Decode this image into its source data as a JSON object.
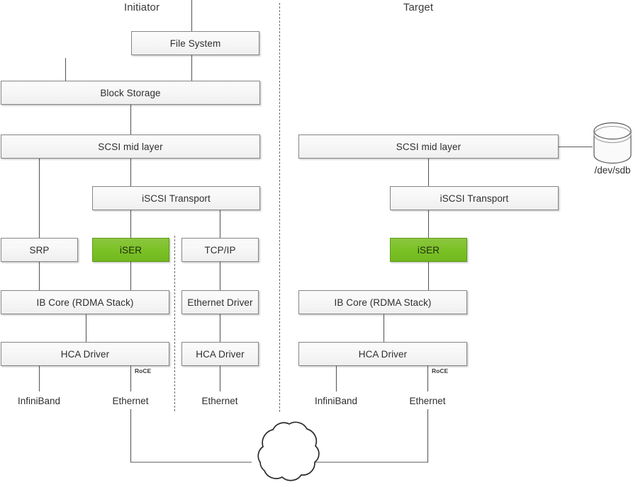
{
  "diagram": {
    "title_initiator": "Initiator",
    "title_target": "Target",
    "initiator": {
      "boxes": [
        {
          "label": "File System"
        },
        {
          "label": "Block Storage"
        },
        {
          "label": "SCSI mid layer"
        },
        {
          "label": "iSCSI Transport"
        },
        {
          "label": "SRP"
        },
        {
          "label": "iSER"
        },
        {
          "label": "TCP/IP"
        },
        {
          "label": "IB Core (RDMA Stack)"
        },
        {
          "label": "Ethernet Driver"
        },
        {
          "label": "HCA Driver"
        },
        {
          "label": "HCA Driver"
        }
      ],
      "network_labels": [
        "InfiniBand",
        "Ethernet",
        "Ethernet"
      ],
      "roce_label": "RoCE"
    },
    "target": {
      "boxes": [
        {
          "label": "SCSI mid layer"
        },
        {
          "label": "iSCSI Transport"
        },
        {
          "label": "iSER"
        },
        {
          "label": "IB Core (RDMA Stack)"
        },
        {
          "label": "HCA Driver"
        }
      ],
      "network_labels": [
        "InfiniBand",
        "Ethernet"
      ],
      "roce_label": "RoCE",
      "disk_label": "/dev/sdb"
    },
    "colors": {
      "highlight_green": "#7ac125",
      "box_border": "#868686",
      "box_fill": "#f7f7f7",
      "line": "#5a5a5a",
      "text": "#2e2e2e"
    }
  }
}
